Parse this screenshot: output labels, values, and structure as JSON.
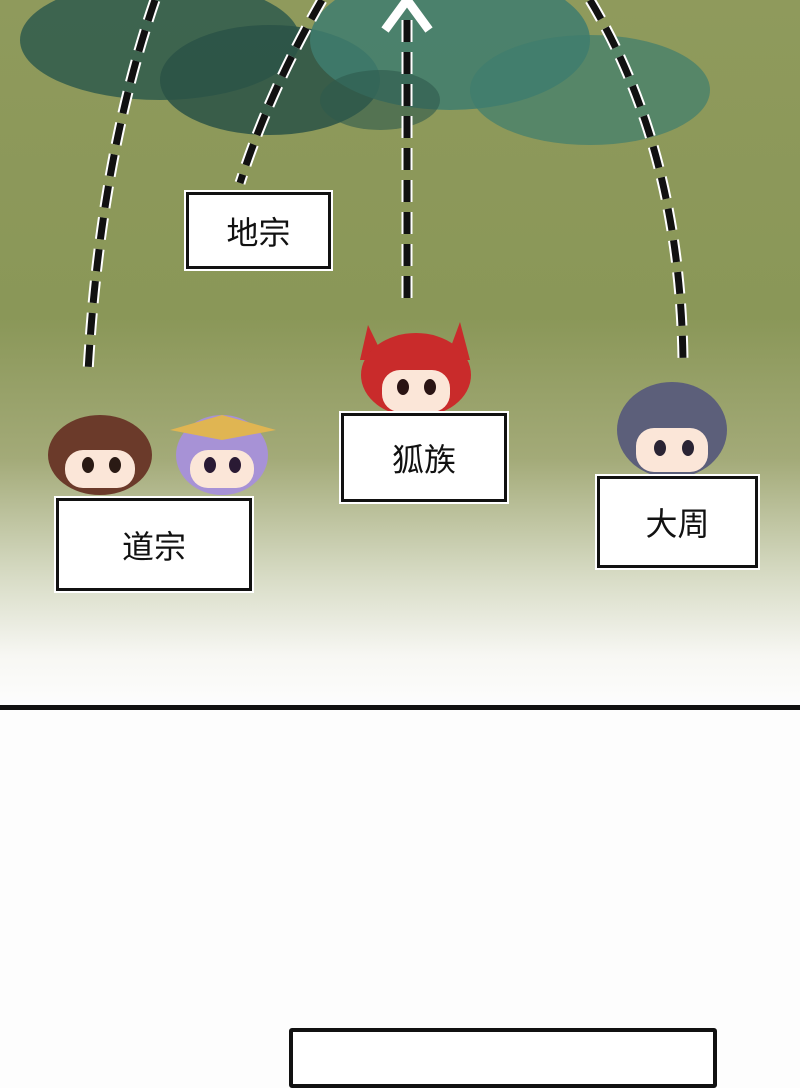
{
  "labels": {
    "dizong": "地宗",
    "huzu": "狐族",
    "daozong": "道宗",
    "dazhou": "大周"
  },
  "colors": {
    "background_green": "#8f9a5c",
    "cloud_dark": "#2f5a4c",
    "cloud_teal": "#3f7d6e",
    "ink": "#111111"
  }
}
